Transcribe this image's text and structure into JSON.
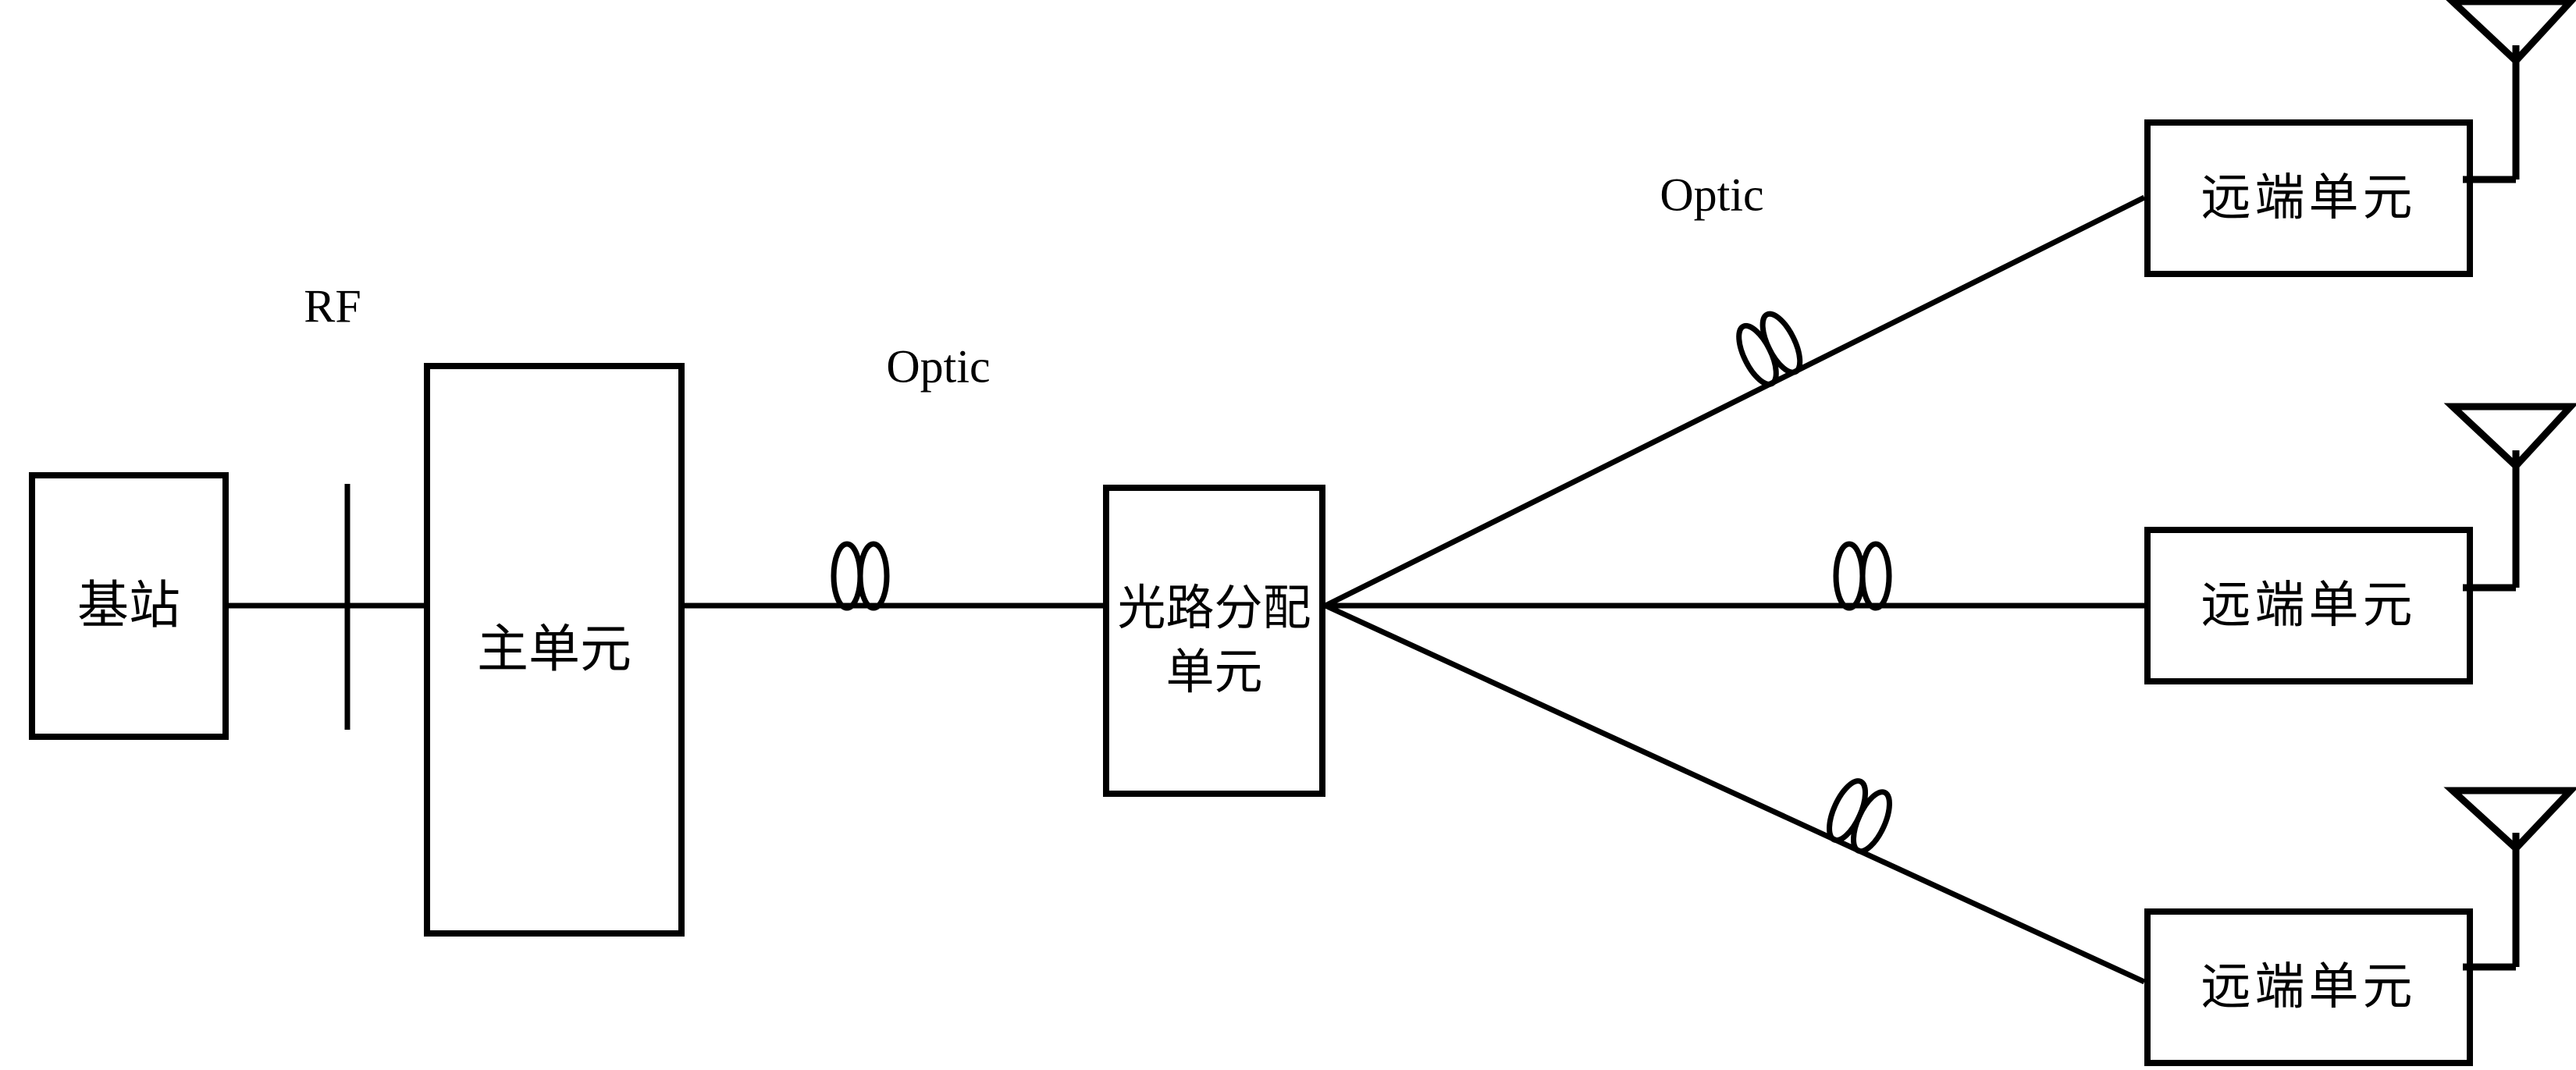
{
  "diagram": {
    "type": "network-topology",
    "colors": {
      "stroke": "#000000",
      "background": "#ffffff"
    },
    "nodes": {
      "base_station": {
        "label": "基站"
      },
      "main_unit": {
        "label": "主单元"
      },
      "splitter": {
        "label_line1": "光路分配",
        "label_line2": "单元"
      },
      "remote_units": [
        {
          "label": "远端单元"
        },
        {
          "label": "远端单元"
        },
        {
          "label": "远端单元"
        }
      ]
    },
    "link_labels": {
      "rf": "RF",
      "optic_main": "Optic",
      "optic_branch": "Optic"
    },
    "icons": {
      "fiber_coil": "fiber-coil-icon",
      "antenna": "antenna-icon"
    }
  }
}
